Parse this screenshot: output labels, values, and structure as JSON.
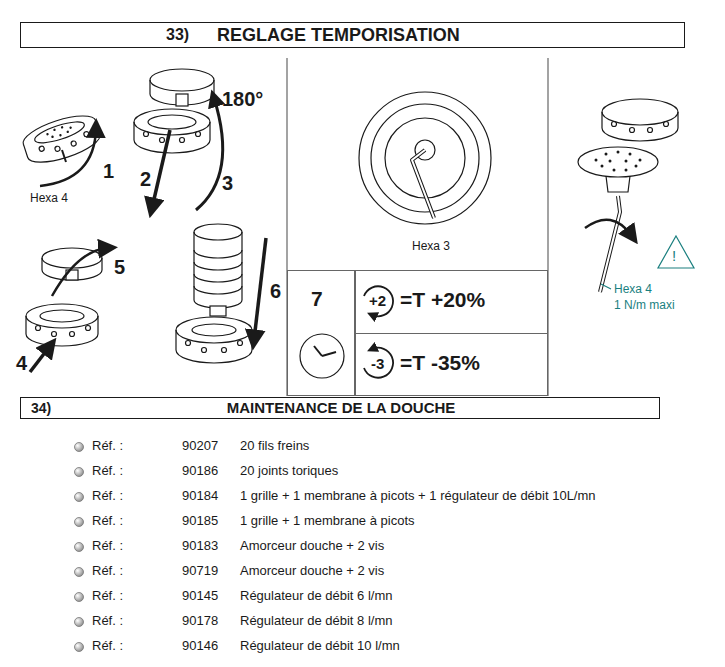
{
  "diagram": {
    "nodes": [
      {
        "text": [
          "33)",
          "REGLAGE TEMPORISATION"
        ]
      },
      {
        "text": [
          "7"
        ]
      },
      {
        "text": [
          "+2",
          "=T +20%"
        ]
      },
      {
        "text": [
          "-3",
          "=T -35%"
        ]
      },
      {
        "text": [
          "34)",
          "MAINTENANCE DE LA DOUCHE"
        ]
      }
    ],
    "labels": [
      "1",
      "Hexa 4",
      "2",
      "3",
      "180°",
      "4",
      "5",
      "6",
      "Hexa 3",
      "Hexa 4",
      "1 N/m maxi",
      "!",
      "Réf. :",
      "90207",
      "20 fils freins",
      "Réf. :",
      "90186",
      "20 joints toriques",
      "Réf. :",
      "90184",
      "1 grille + 1 membrane à picots + 1 régulateur de débit 10L/mn",
      "Réf. :",
      "90185",
      "1 grille + 1 membrane à picots",
      "Réf. :",
      "90183",
      "Amorceur douche + 2 vis",
      "Réf. :",
      "90719",
      "Amorceur douche + 2 vis",
      "Réf. :",
      "90145",
      "Régulateur de débit 6 l/mn",
      "Réf. :",
      "90178",
      "Régulateur de débit 8 l/mn",
      "Réf. :",
      "90146",
      "Régulateur de débit 10 l/mn"
    ]
  }
}
